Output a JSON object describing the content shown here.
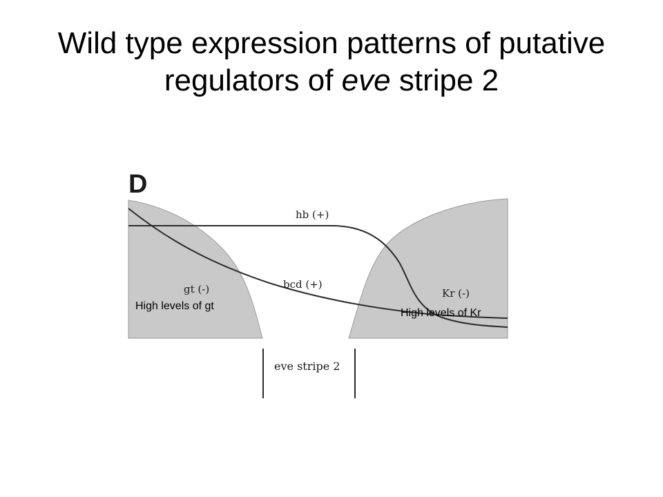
{
  "title": {
    "prefix": "Wild type expression patterns of putative regulators of ",
    "gene": "eve",
    "suffix": " stripe 2"
  },
  "figure": {
    "panel_letter": "D",
    "curves": {
      "hb": "hb (+)",
      "bcd": "bcd (+)",
      "gt": "gt (-)",
      "kr": "Kr (-)"
    },
    "stripe_label": "eve stripe 2",
    "annotations": {
      "gt": "High levels of gt",
      "kr": "High levels of Kr"
    }
  },
  "colors": {
    "domain_fill": "#c9c9c9",
    "curve_stroke": "#2a2a2a",
    "background": "#ffffff"
  }
}
